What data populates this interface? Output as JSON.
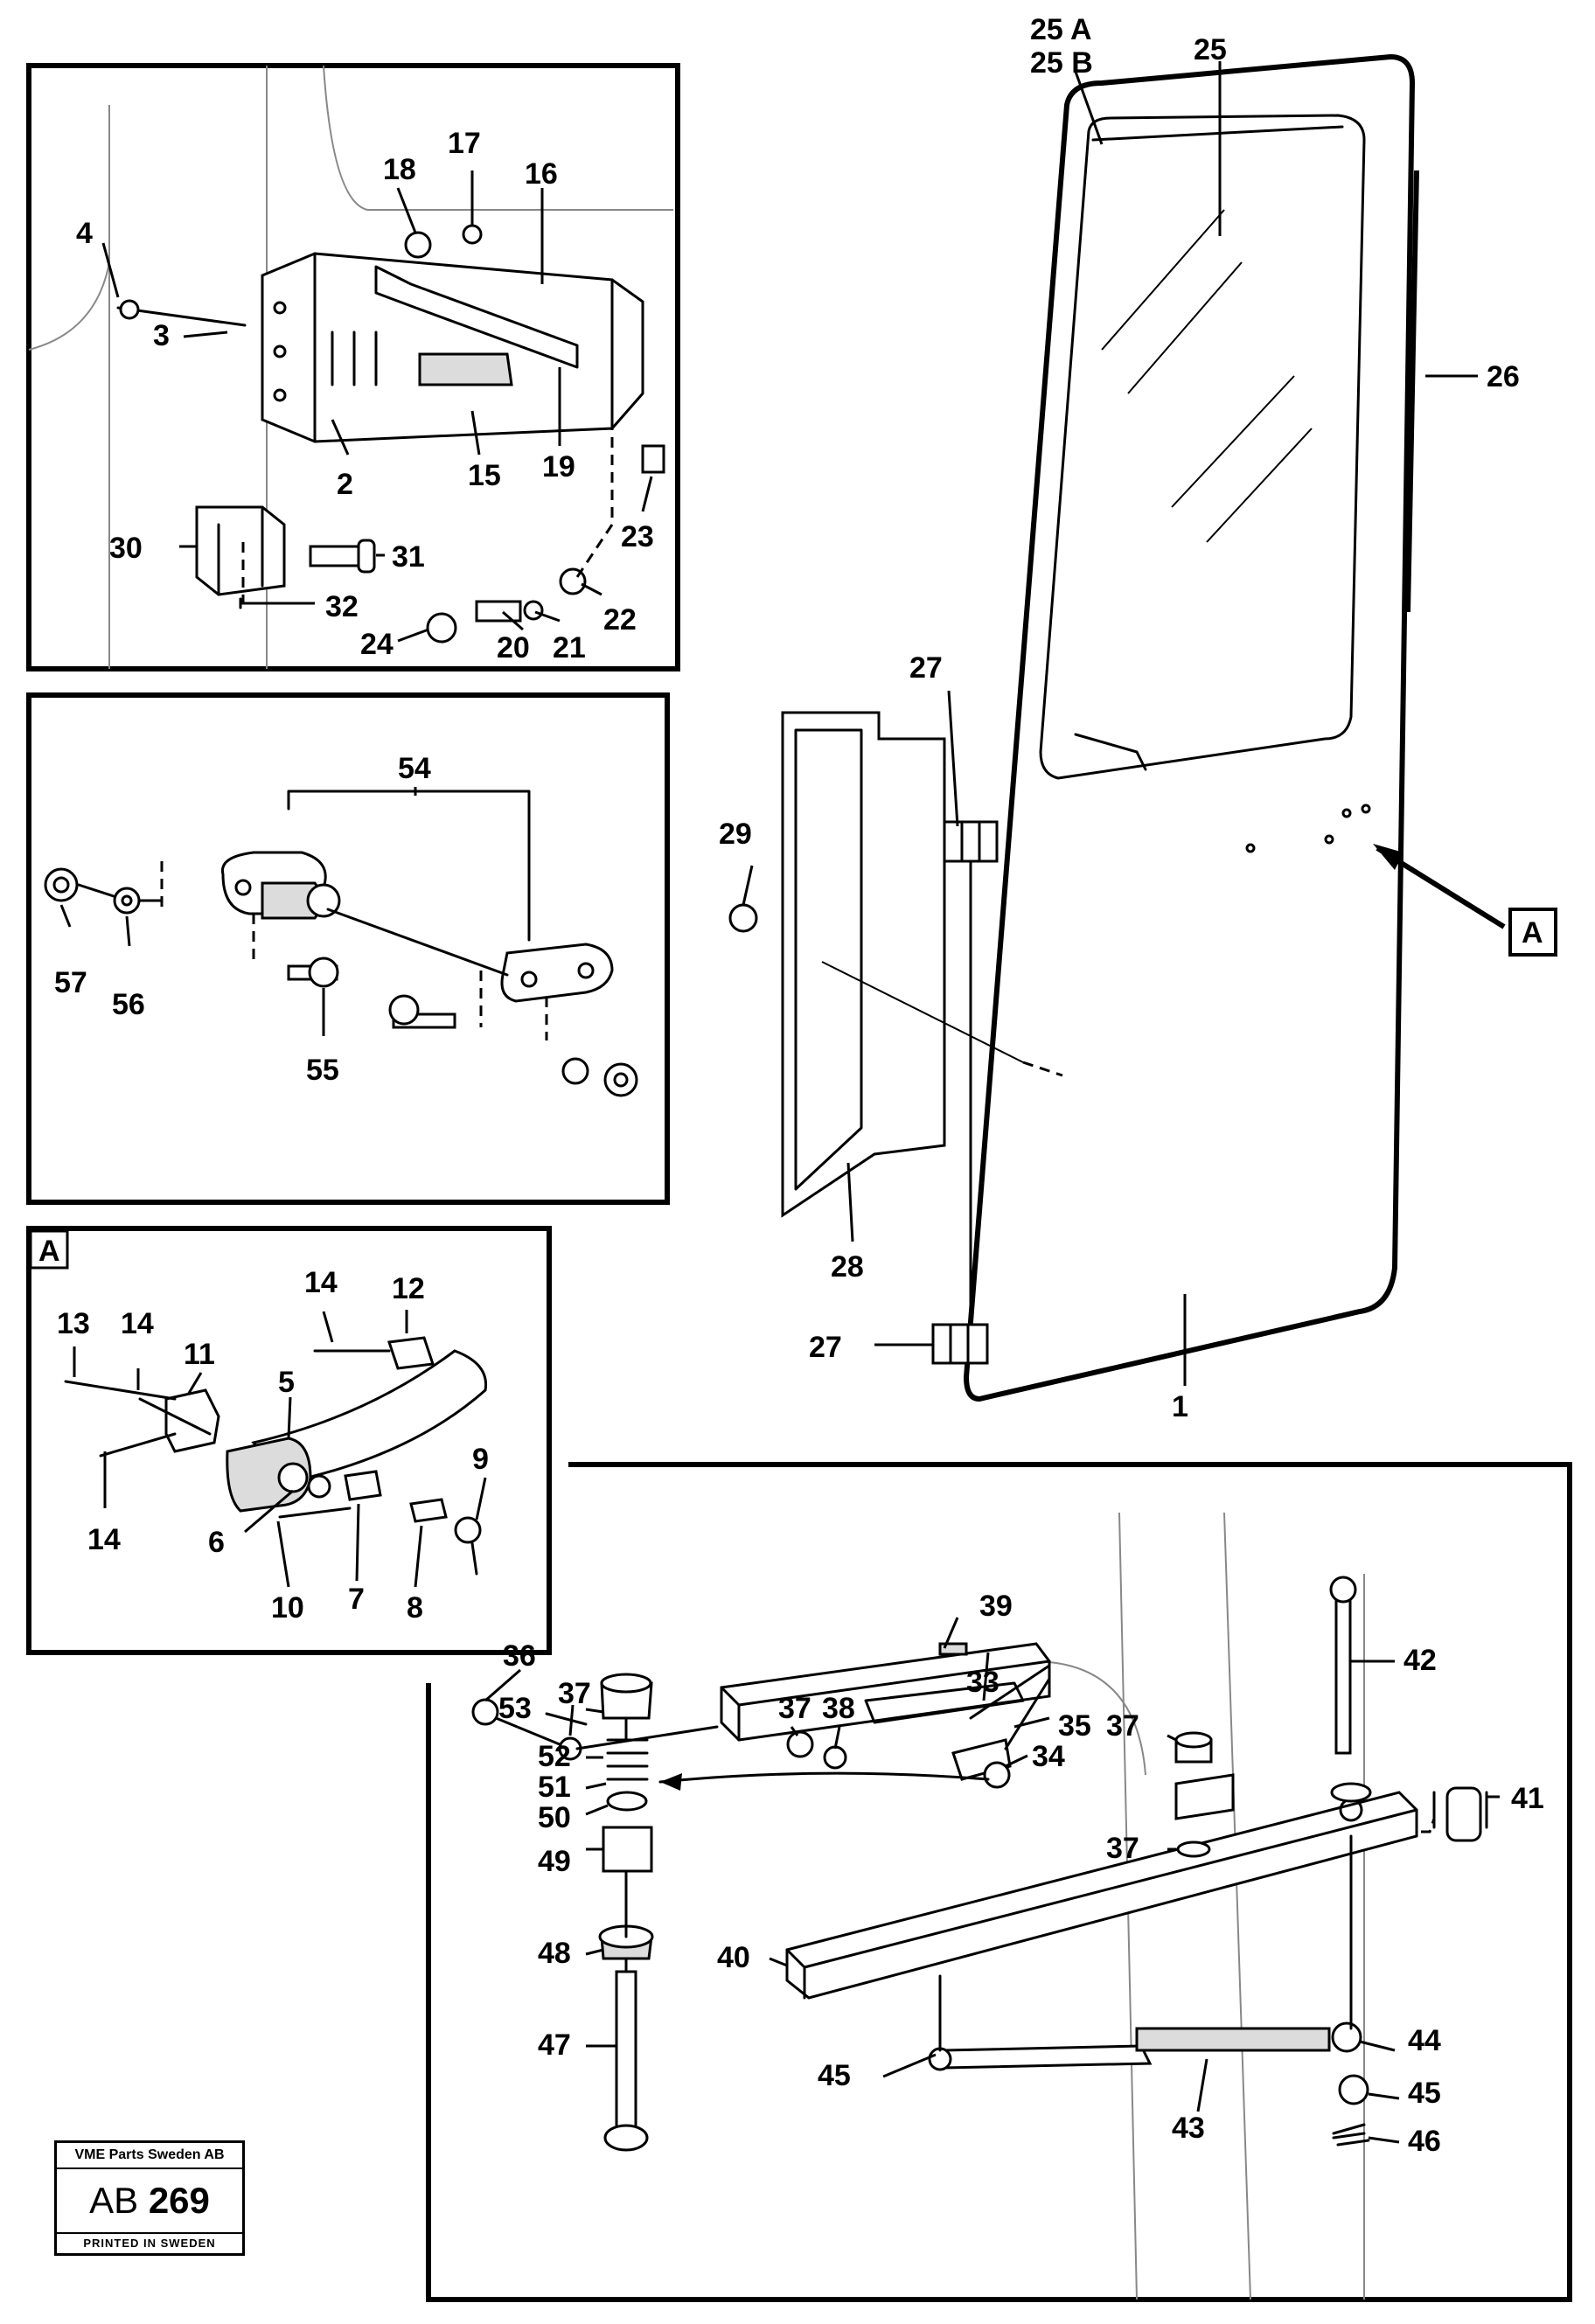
{
  "labels": {
    "lock_panel": [
      "4",
      "3",
      "2",
      "15",
      "19",
      "16",
      "17",
      "18",
      "23",
      "22",
      "21",
      "20",
      "24",
      "32",
      "31",
      "30"
    ],
    "hinge_panel": [
      "54",
      "57",
      "56",
      "55"
    ],
    "detail_a": [
      "A",
      "13",
      "14",
      "14",
      "14",
      "11",
      "5",
      "12",
      "6",
      "10",
      "7",
      "8",
      "9"
    ],
    "door": [
      "25 A",
      "25 B",
      "25",
      "26",
      "27",
      "29",
      "A",
      "28",
      "27",
      "1"
    ],
    "arm_panel": [
      "36",
      "37",
      "53",
      "52",
      "51",
      "50",
      "49",
      "48",
      "47",
      "39",
      "37",
      "38",
      "33",
      "35",
      "34",
      "37",
      "37",
      "42",
      "41",
      "40",
      "45",
      "43",
      "44",
      "45",
      "46"
    ]
  },
  "stamp": {
    "company": "VME Parts Sweden AB",
    "code_prefix": "AB",
    "code_number": "269",
    "footer": "PRINTED IN SWEDEN"
  }
}
